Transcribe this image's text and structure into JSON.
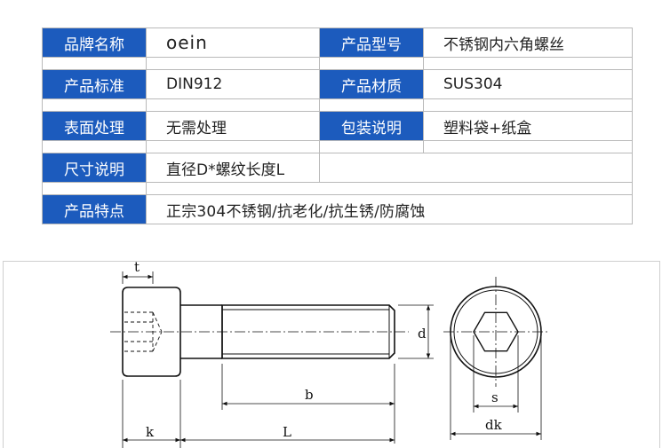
{
  "spec": {
    "brand_label": "品牌名称",
    "brand_value": "oein",
    "model_label": "产品型号",
    "model_value": "不锈钢内六角螺丝",
    "standard_label": "产品标准",
    "standard_value": "DIN912",
    "material_label": "产品材质",
    "material_value": "SUS304",
    "surface_label": "表面处理",
    "surface_value": "无需处理",
    "packing_label": "包装说明",
    "packing_value": "塑料袋+纸盒",
    "size_label": "尺寸说明",
    "size_value": "直径D*螺纹长度L",
    "feature_label": "产品特点",
    "feature_value": "正宗304不锈钢/抗老化/抗生锈/防腐蚀"
  },
  "drawing": {
    "dim_t": "t",
    "dim_d": "d",
    "dim_b": "b",
    "dim_k": "k",
    "dim_L": "L",
    "dim_s": "s",
    "dim_dk": "dk",
    "line_color": "#111111",
    "label_color": "#1c5bbd"
  }
}
